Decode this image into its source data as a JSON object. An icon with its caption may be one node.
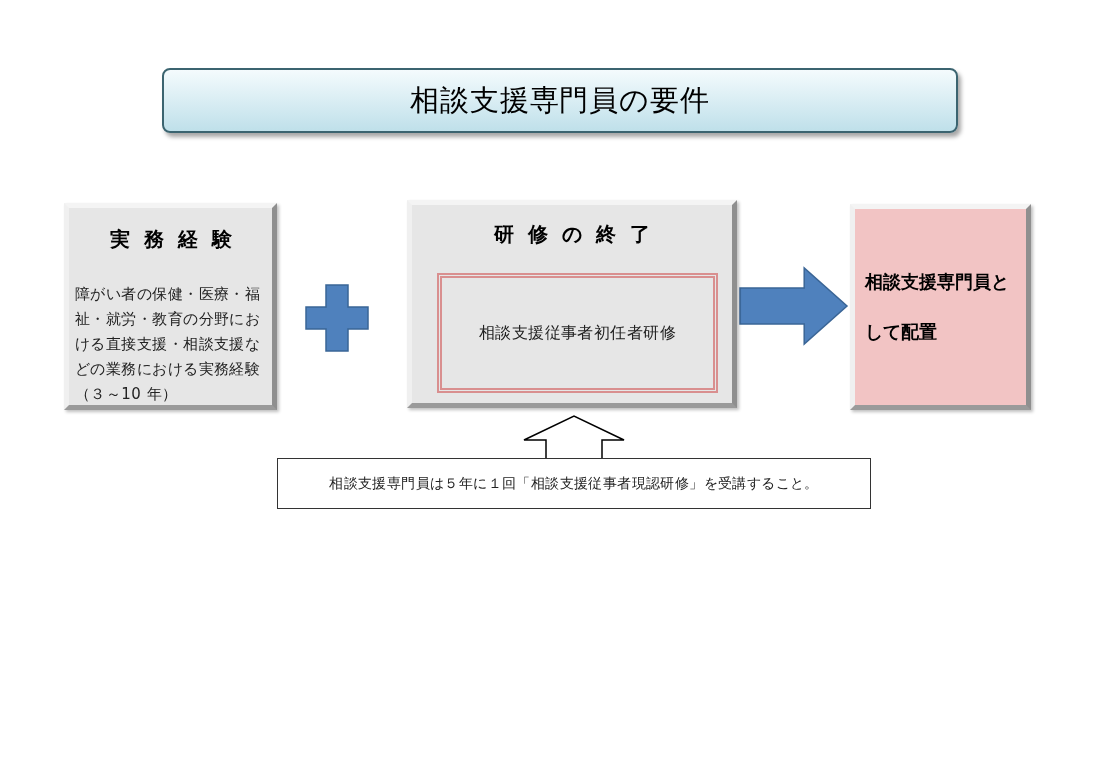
{
  "diagram": {
    "title": "相談支援専門員の要件",
    "nodes": [
      {
        "text": [
          "実務経験",
          "障がい者の保健・医療・福祉・就労・教育の分野における直接支援・相談支援などの業務における実務経験（３～10 年）"
        ]
      },
      {
        "text": [
          "研修の終了"
        ]
      },
      {
        "text": [
          "相談支援従事者初任者研修"
        ],
        "in": 1
      },
      {
        "text": [
          "相談支援専門員として配置"
        ]
      },
      {
        "text": [
          "相談支援専門員は５年に１回「相談支援従事者現認研修」を受講すること。"
        ]
      }
    ],
    "edges": [
      {
        "from": 1,
        "to": 3,
        "arrow": "to",
        "style": "thick",
        "color": "#4f81bd"
      },
      {
        "from": 4,
        "to": 1,
        "arrow": "to",
        "style": "thick"
      }
    ]
  }
}
